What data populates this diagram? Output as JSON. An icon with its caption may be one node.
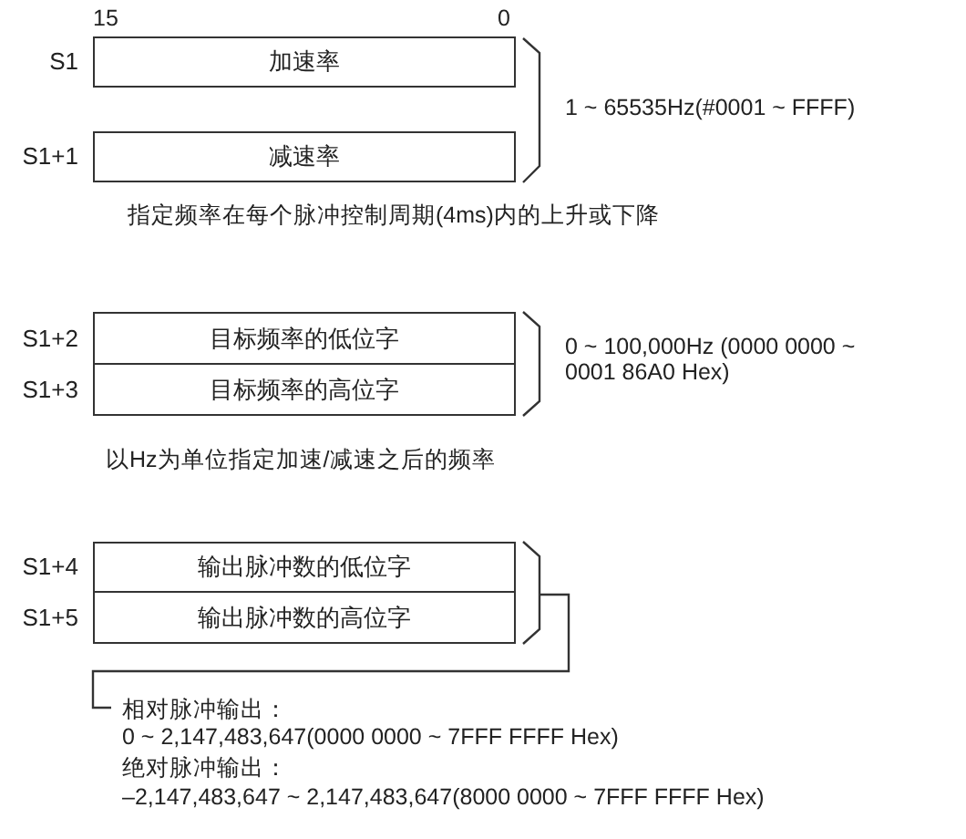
{
  "diagram": {
    "nodes": [
      {
        "text": [
          "加速率"
        ],
        "beside": [
          "S1"
        ]
      },
      {
        "text": [
          "减速率"
        ],
        "beside": [
          "S1+1"
        ]
      },
      {
        "text": [
          "目标频率的低位字"
        ],
        "beside": [
          "S1+2"
        ]
      },
      {
        "text": [
          "目标频率的高位字"
        ],
        "beside": [
          "S1+3"
        ]
      },
      {
        "text": [
          "输出脉冲数的低位字"
        ],
        "beside": [
          "S1+4"
        ]
      },
      {
        "text": [
          "输出脉冲数的高位字"
        ],
        "beside": [
          "S1+5"
        ]
      }
    ],
    "labels": [
      "15",
      "0",
      "1 ~ 65535Hz(#0001 ~ FFFF)",
      "指定频率在每个脉冲控制周期(4ms)内的上升或下降",
      "0 ~ 100,000Hz (0000 0000 ~ 0001 86A0 Hex)",
      "以Hz为单位指定加速/减速之后的频率",
      "相对脉冲输出：",
      "0 ~ 2,147,483,647(0000 0000 ~ 7FFF FFFF Hex)",
      "绝对脉冲输出：",
      "–2,147,483,647 ~ 2,147,483,647(8000 0000 ~ 7FFF FFFF Hex)"
    ]
  }
}
